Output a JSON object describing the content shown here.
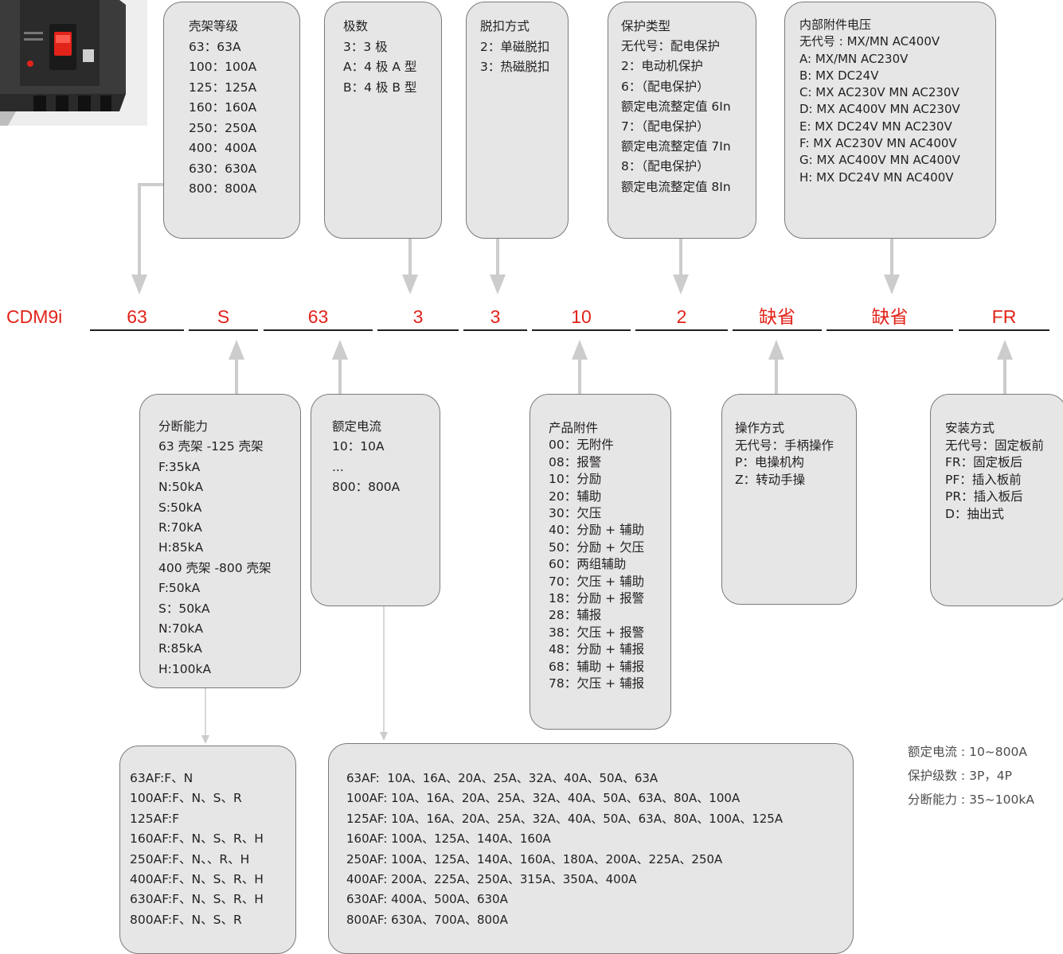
{
  "model": {
    "prefix": "CDM9i",
    "segments": [
      "63",
      "S",
      "63",
      "3",
      "3",
      "10",
      "2",
      "缺省",
      "缺省",
      "FR"
    ]
  },
  "boxes": {
    "frame_grade": {
      "lines": [
        "壳架等级",
        "63：63A",
        "100：100A",
        "125：125A",
        "160：160A",
        "250：250A",
        "400：400A",
        "630：630A",
        "800：800A"
      ]
    },
    "poles": {
      "lines": [
        "极数",
        "3：3 极",
        "A：4 极 A 型",
        "B：4 极 B 型"
      ]
    },
    "trip_mode": {
      "lines": [
        "脱扣方式",
        "2：单磁脱扣",
        "3：热磁脱扣"
      ]
    },
    "protection_type": {
      "lines": [
        "保护类型",
        "无代号：配电保护",
        "2：电动机保护",
        "6：（配电保护）",
        "额定电流整定值 6In",
        "7：（配电保护）",
        "额定电流整定值 7In",
        "8：（配电保护）",
        "额定电流整定值 8In"
      ]
    },
    "accessory_voltage": {
      "lines": [
        "内部附件电压",
        "无代号 : MX/MN AC400V",
        "A: MX/MN AC230V",
        "B: MX DC24V",
        "C: MX AC230V MN AC230V",
        "D: MX AC400V MN AC230V",
        "E: MX DC24V MN AC230V",
        "F: MX AC230V MN AC400V",
        "G: MX AC400V MN AC400V",
        "H: MX DC24V MN AC400V"
      ]
    },
    "breaking_capacity": {
      "lines": [
        "分断能力",
        "63 壳架 -125 壳架",
        "F:35kA",
        "N:50kA",
        "S:50kA",
        "R:70kA",
        "H:85kA",
        "400 壳架 -800 壳架",
        "F:50kA",
        "S：50kA",
        "N:70kA",
        "R:85kA",
        "H:100kA"
      ]
    },
    "rated_current": {
      "lines": [
        "额定电流",
        "10：10A",
        "...",
        "800：800A"
      ]
    },
    "accessories": {
      "lines": [
        "产品附件",
        "00：无附件",
        "08：报警",
        "10：分励",
        "20：辅助",
        "30：欠压",
        "40：分励 + 辅助",
        "50：分励 + 欠压",
        "60：两组辅助",
        "70：欠压 + 辅助",
        "18：分励 + 报警",
        "28：辅报",
        "38：欠压 + 报警",
        "48：分励 + 辅报",
        "68：辅助 + 辅报",
        "78：欠压 + 辅报"
      ]
    },
    "operation": {
      "lines": [
        "操作方式",
        "无代号：手柄操作",
        "P：电操机构",
        "Z：转动手操"
      ]
    },
    "installation": {
      "lines": [
        "安装方式",
        "无代号：固定板前",
        "FR：固定板后",
        "PF：插入板前",
        "PR：插入板后",
        "D：抽出式"
      ]
    },
    "breaking_by_frame": {
      "lines": [
        "63AF:F、N",
        "100AF:F、N、S、R",
        "125AF:F",
        "160AF:F、N、S、R、H",
        "250AF:F、N、、R、H",
        "400AF:F、N、S、R、H",
        "630AF:F、N、S、R、H",
        "800AF:F、N、S、R"
      ]
    },
    "current_by_frame": {
      "lines": [
        "63AF:  10A、16A、20A、25A、32A、40A、50A、63A",
        "100AF: 10A、16A、20A、25A、32A、40A、50A、63A、80A、100A",
        "125AF: 10A、16A、20A、25A、32A、40A、50A、63A、80A、100A、125A",
        "160AF: 100A、125A、140A、160A",
        "250AF: 100A、125A、140A、160A、180A、200A、225A、250A",
        "400AF: 200A、225A、250A、315A、350A、400A",
        "630AF: 400A、500A、630A",
        "800AF: 630A、700A、800A"
      ]
    }
  },
  "summary": [
    "额定电流 : 10~800A",
    "保护级数 : 3P，4P",
    "分断能力 : 35~100kA"
  ],
  "colors": {
    "code_red": "#e2231a",
    "box_fill": "#e6e6e6",
    "box_border": "#7a7a7a",
    "arrow": "#cccccc",
    "text": "#231f20"
  }
}
